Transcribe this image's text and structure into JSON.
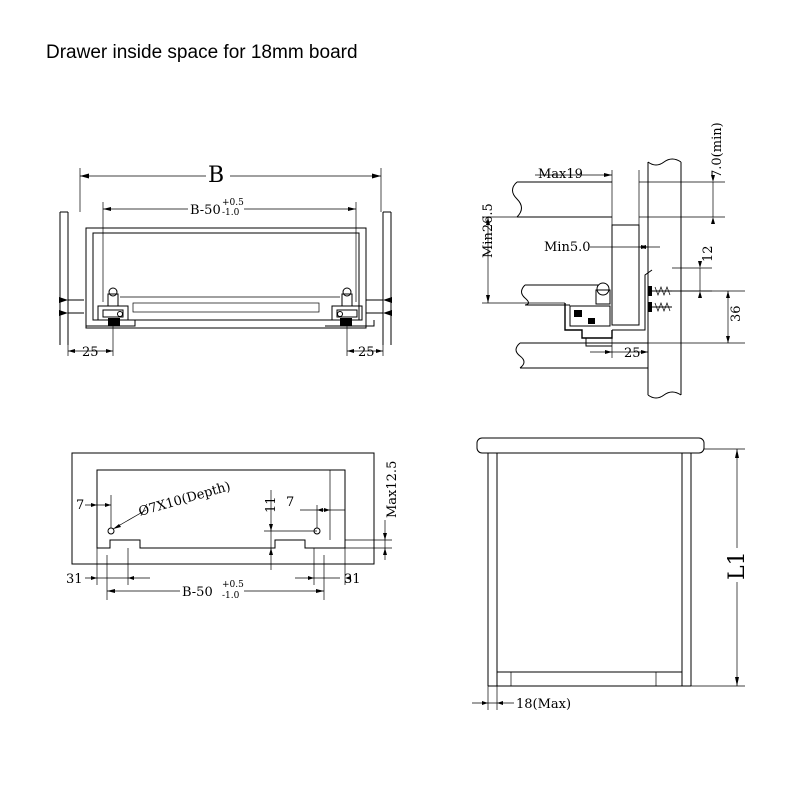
{
  "title": "Drawer inside space for 18mm board",
  "front_view": {
    "width_label": "B",
    "inner_base": "B-50",
    "tol_upper": "+0.5",
    "tol_lower": "-1.0",
    "left_offset": "25",
    "right_offset": "25"
  },
  "side_view": {
    "max_label": "Max19",
    "min_gap": "Min5.0",
    "min_height": "Min26.5",
    "top_min": "7.0(min)",
    "dim_12": "12",
    "dim_36": "36",
    "bottom_offset": "25"
  },
  "bottom_view": {
    "left_edge": "7",
    "hole_spec": "Ø7X10(Depth)",
    "hole_height": "11",
    "hole_offset": "7",
    "max_height": "Max12.5",
    "left_margin": "31",
    "right_margin": "31",
    "inner_base": "B-50",
    "tol_upper": "+0.5",
    "tol_lower": "-1.0"
  },
  "length_view": {
    "length_label": "L1",
    "front_max": "18(Max)"
  }
}
